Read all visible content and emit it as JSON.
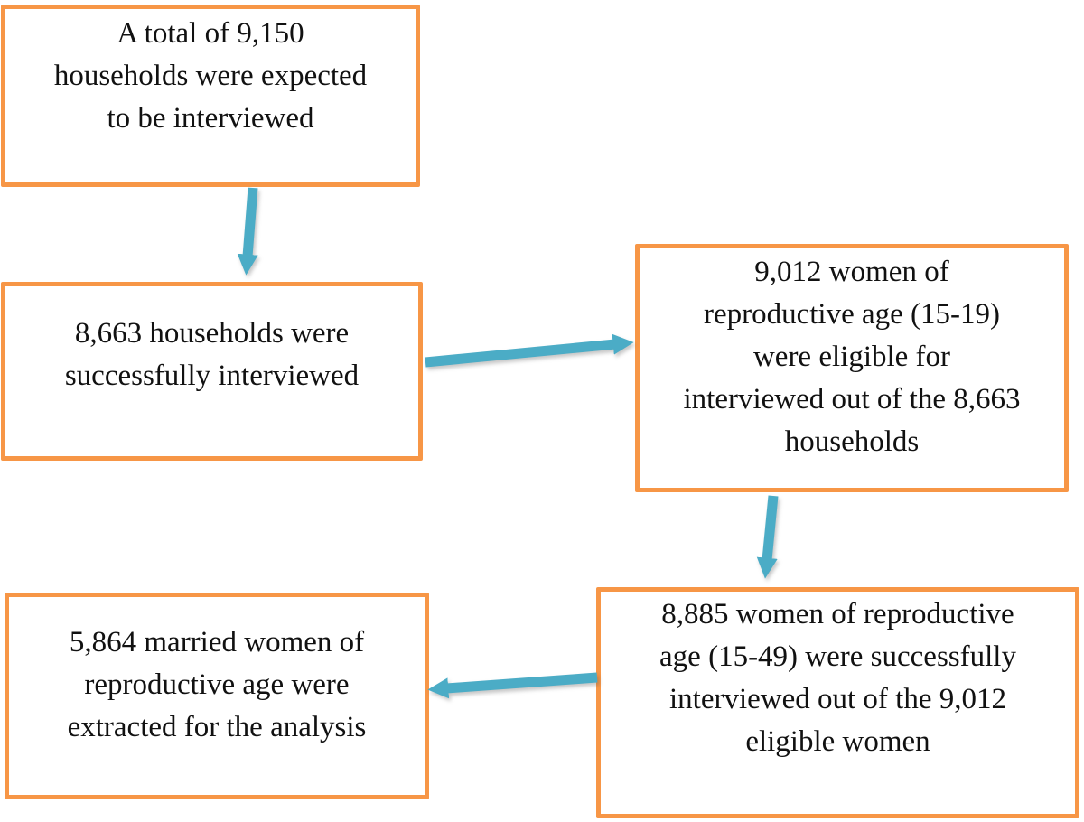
{
  "diagram": {
    "type": "flowchart",
    "boxes": [
      {
        "id": "expected-households",
        "text": "A total of 9,150\nhouseholds were expected\nto be interviewed"
      },
      {
        "id": "interviewed-households",
        "text": "8,663 households were\nsuccessfully interviewed"
      },
      {
        "id": "eligible-women",
        "text": "9,012 women of\nreproductive age (15-19)\nwere eligible for\ninterviewed out of the 8,663\nhouseholds"
      },
      {
        "id": "interviewed-women",
        "text": "8,885 women of reproductive\nage (15-49) were successfully\ninterviewed out of the 9,012\neligible women"
      },
      {
        "id": "analysis-sample",
        "text": "5,864 married women of\nreproductive age were\nextracted for the analysis"
      }
    ],
    "arrows": [
      {
        "from": "expected-households",
        "to": "interviewed-households",
        "direction": "down"
      },
      {
        "from": "interviewed-households",
        "to": "eligible-women",
        "direction": "right"
      },
      {
        "from": "eligible-women",
        "to": "interviewed-women",
        "direction": "down"
      },
      {
        "from": "interviewed-women",
        "to": "analysis-sample",
        "direction": "left"
      }
    ]
  },
  "colors": {
    "box_border": "#F79646",
    "arrow": "#4BACC6",
    "text": "#111111",
    "background": "#FFFFFF"
  }
}
